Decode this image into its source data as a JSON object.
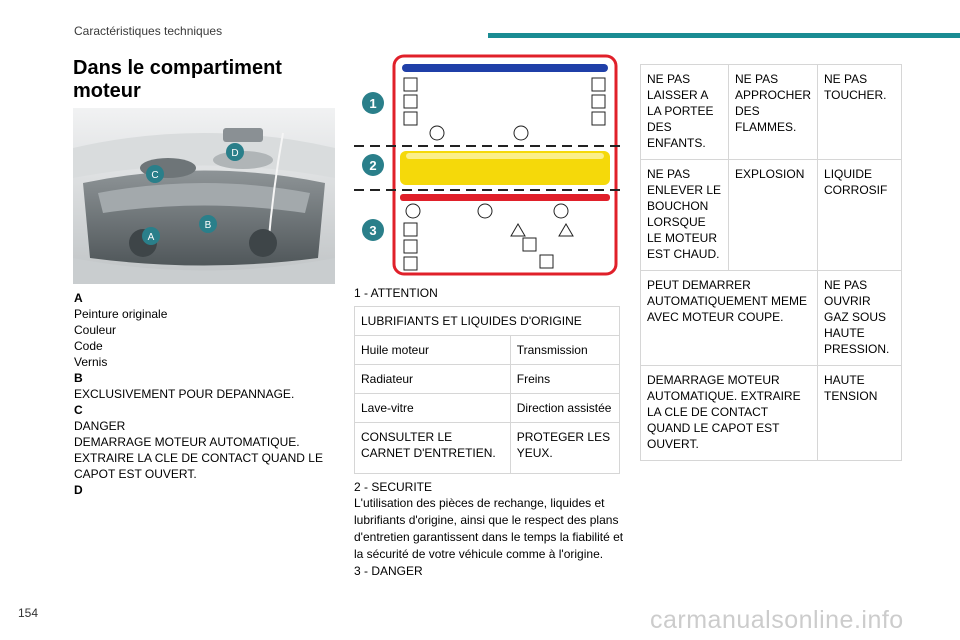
{
  "header": {
    "section": "Caractéristiques techniques",
    "accent_color": "#1a8c93"
  },
  "title": "Dans le compartiment moteur",
  "photo": {
    "markers": [
      "A",
      "B",
      "C",
      "D"
    ],
    "marker_color": "#2a7f8a"
  },
  "legend": [
    {
      "letter": "A",
      "lines": [
        "Peinture originale",
        "Couleur",
        "Code",
        "Vernis"
      ]
    },
    {
      "letter": "B",
      "lines": [
        "EXCLUSIVEMENT POUR DEPANNAGE."
      ]
    },
    {
      "letter": "C",
      "lines": [
        "DANGER",
        "DEMARRAGE MOTEUR AUTOMATIQUE.",
        "EXTRAIRE LA CLE DE CONTACT QUAND LE CAPOT EST OUVERT."
      ]
    },
    {
      "letter": "D",
      "lines": []
    }
  ],
  "label_diagram": {
    "zones": [
      "1",
      "2",
      "3"
    ],
    "zone_colors": {
      "outline": "#e0202a",
      "band_blue": "#1f3fa8",
      "band_yellow": "#f5d90a",
      "band_red": "#e0202a",
      "badge": "#2a7f8a"
    }
  },
  "section1": {
    "title": "1 - ATTENTION",
    "table": {
      "header": "LUBRIFIANTS ET LIQUIDES D'ORIGINE",
      "rows": [
        [
          "Huile moteur",
          "Transmission"
        ],
        [
          "Radiateur",
          "Freins"
        ],
        [
          "Lave-vitre",
          "Direction assistée"
        ],
        [
          "CONSULTER LE CARNET D'ENTRETIEN.",
          "PROTEGER LES YEUX."
        ]
      ]
    }
  },
  "section2": {
    "title": "2 - SECURITE",
    "text": "L'utilisation des pièces de rechange, liquides et lubrifiants d'origine, ainsi que le respect des plans d'entretien garantissent dans le temps la fiabilité et la sécurité de votre véhicule comme à l'origine."
  },
  "section3": {
    "title": "3 - DANGER"
  },
  "right_table": {
    "rows": [
      [
        "NE PAS LAISSER A LA PORTEE DES ENFANTS.",
        "NE PAS APPROCHER DES FLAMMES.",
        "NE PAS TOUCHER."
      ],
      [
        "NE PAS ENLEVER LE BOUCHON LORSQUE LE MOTEUR EST CHAUD.",
        "EXPLOSION",
        "LIQUIDE CORROSIF"
      ],
      [
        "PEUT DEMARRER AUTOMATIQUEMENT MEME AVEC MOTEUR COUPE.",
        "NE PAS OUVRIR GAZ SOUS HAUTE PRESSION."
      ],
      [
        "DEMARRAGE MOTEUR AUTOMATIQUE. EXTRAIRE LA CLE DE CONTACT QUAND LE CAPOT EST OUVERT.",
        "HAUTE TENSION"
      ]
    ]
  },
  "footer": {
    "page_number": "154",
    "watermark": "carmanualsonline.info"
  }
}
